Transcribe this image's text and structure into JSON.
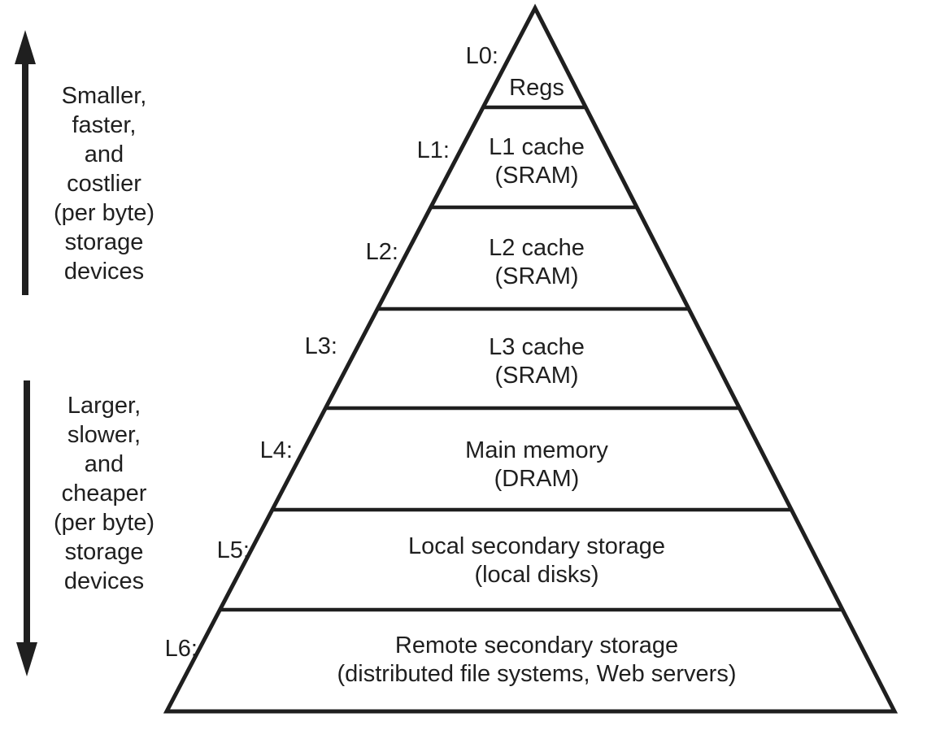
{
  "annotations": {
    "top": {
      "arrow": "up",
      "text": "Smaller,\nfaster,\nand\ncostlier\n(per byte)\nstorage\ndevices"
    },
    "bottom": {
      "arrow": "down",
      "text": "Larger,\nslower,\nand\ncheaper\n(per byte)\nstorage\ndevices"
    }
  },
  "pyramid": {
    "levels": [
      {
        "label": "L0:",
        "name": "Regs",
        "detail": ""
      },
      {
        "label": "L1:",
        "name": "L1 cache",
        "detail": "(SRAM)"
      },
      {
        "label": "L2:",
        "name": "L2 cache",
        "detail": "(SRAM)"
      },
      {
        "label": "L3:",
        "name": "L3 cache",
        "detail": "(SRAM)"
      },
      {
        "label": "L4:",
        "name": "Main memory",
        "detail": "(DRAM)"
      },
      {
        "label": "L5:",
        "name": "Local secondary storage",
        "detail": "(local disks)"
      },
      {
        "label": "L6:",
        "name": "Remote secondary storage",
        "detail": "(distributed file systems, Web servers)"
      }
    ]
  },
  "colors": {
    "ink": "#1f1f1f",
    "background": "#ffffff"
  }
}
